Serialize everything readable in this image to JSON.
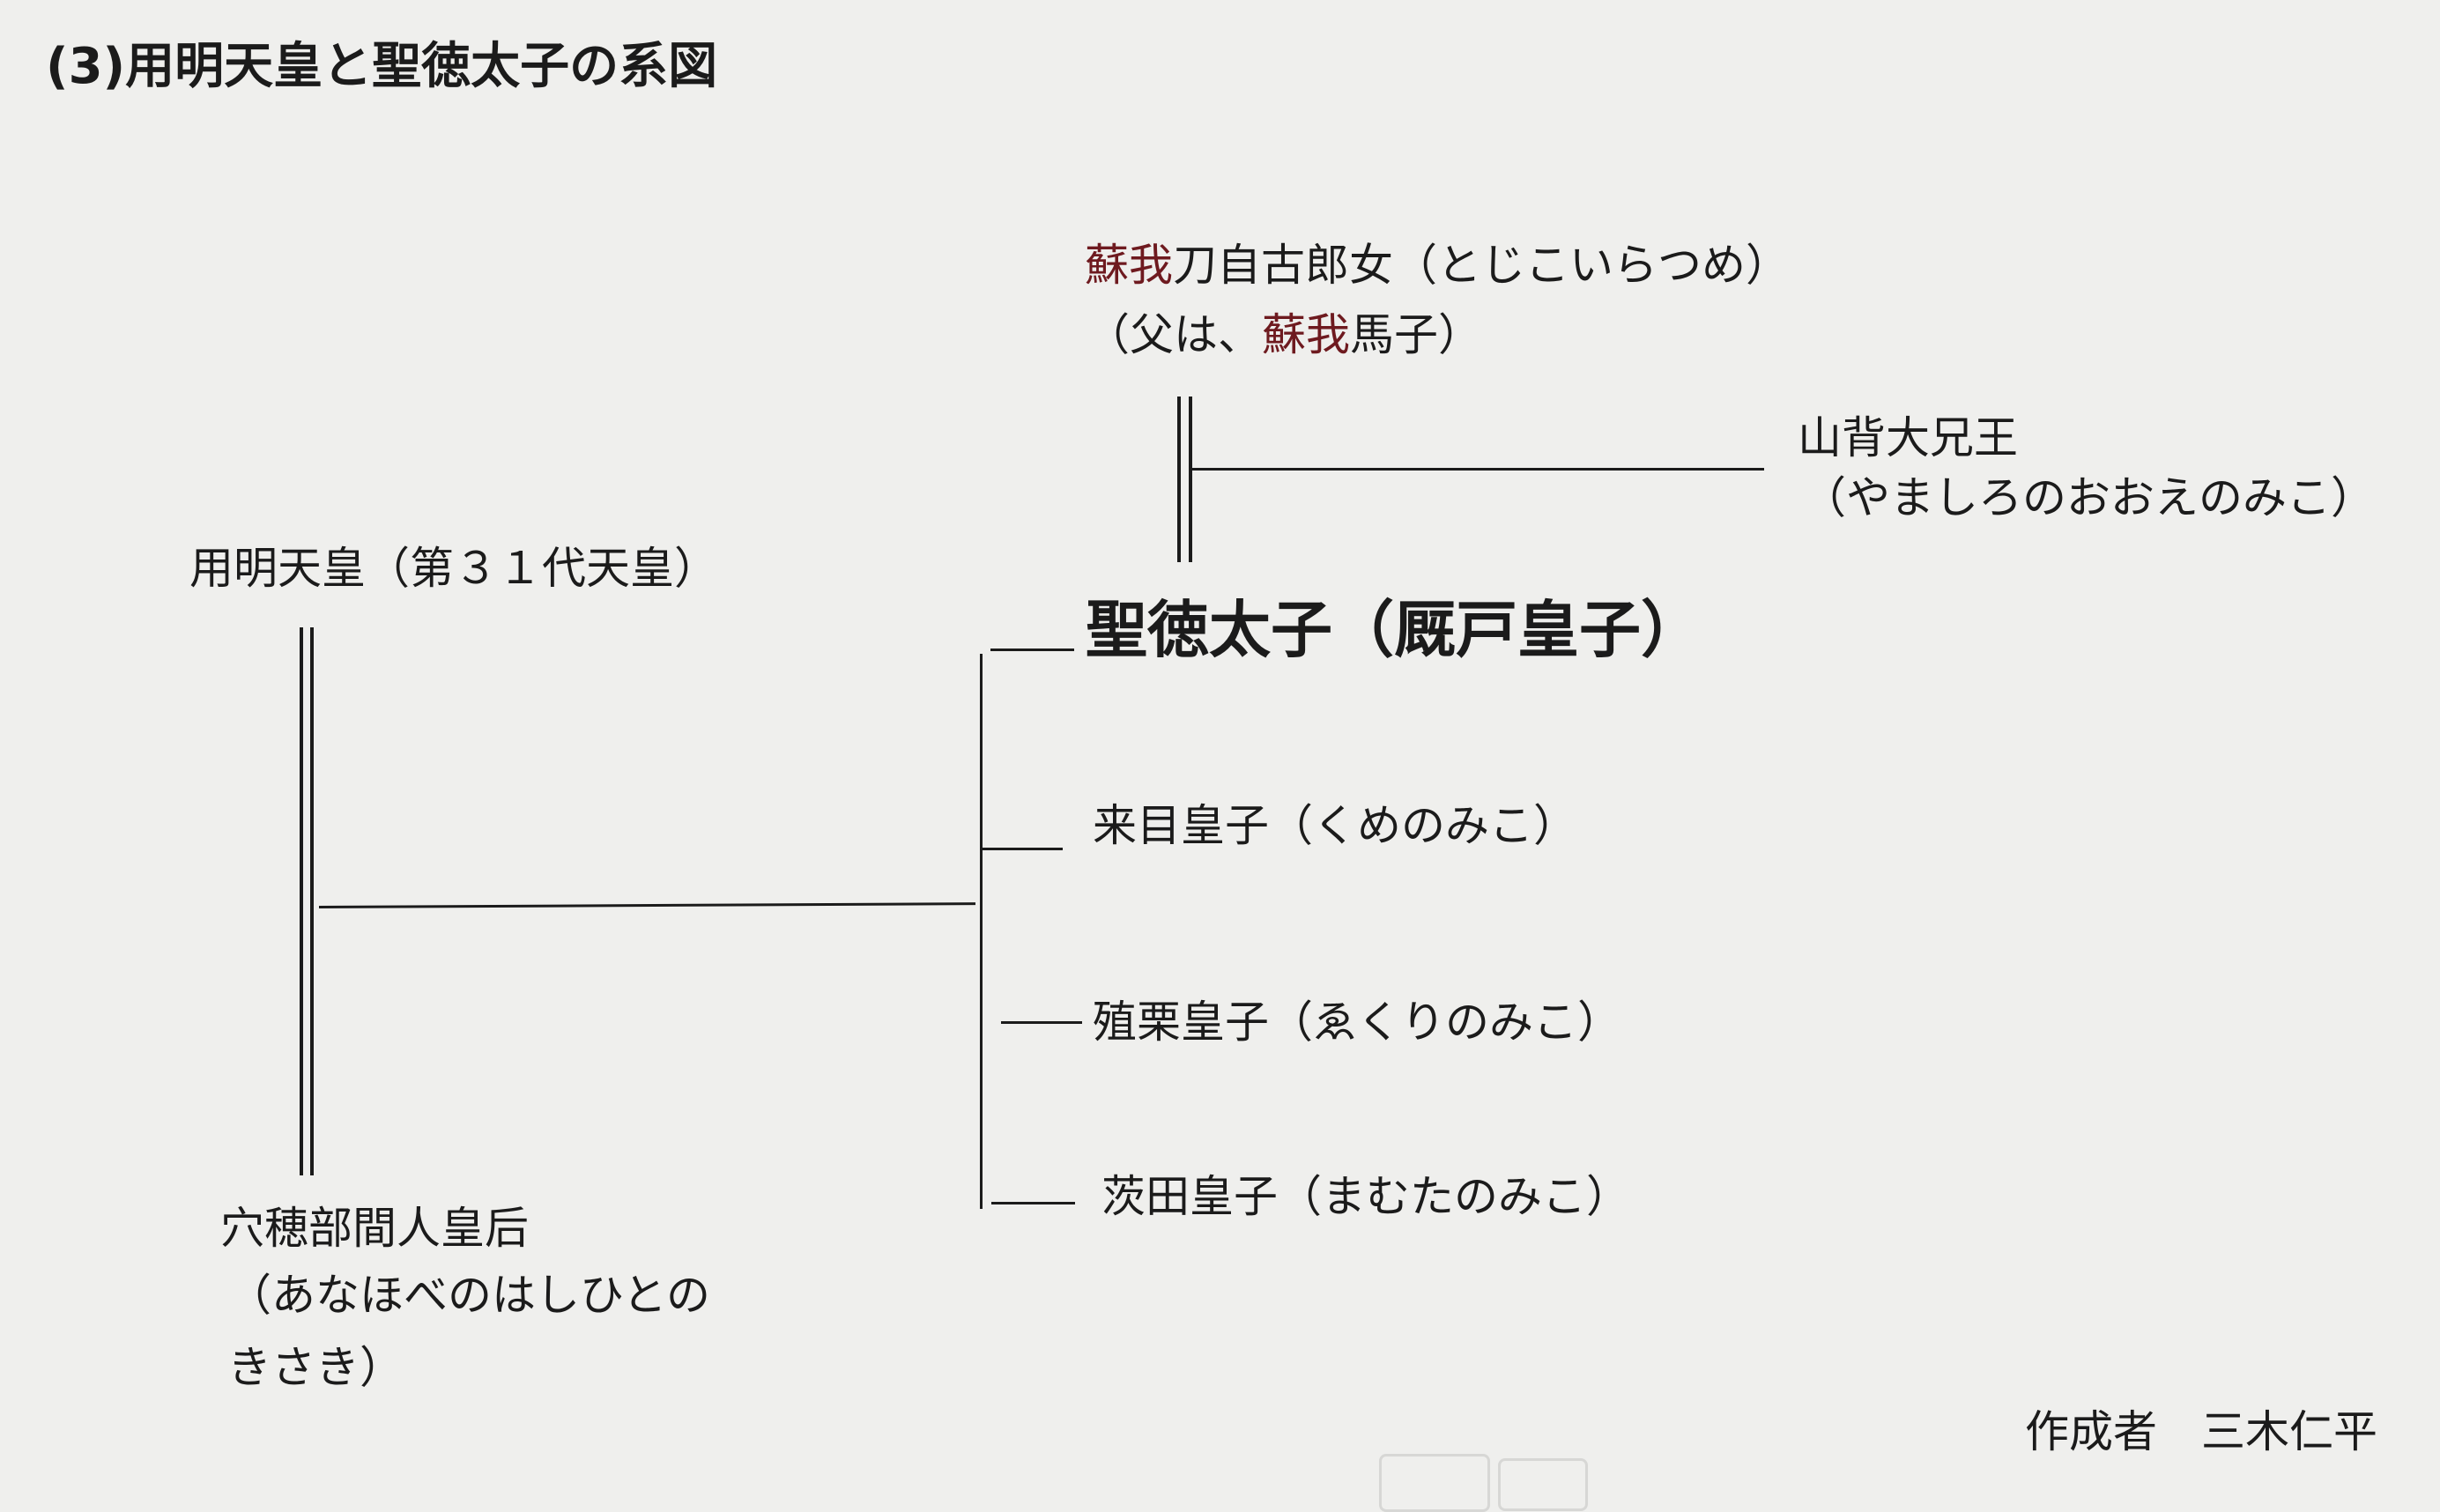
{
  "title": "(3)用明天皇と聖徳太子の系図",
  "father": {
    "name": "用明天皇（第３１代天皇）"
  },
  "mother": {
    "name": "穴穂部間人皇后",
    "reading_line1": "（あなほべのはしひとの",
    "reading_line2": "きさき）"
  },
  "wife": {
    "name_prefix": "蘇我",
    "name_rest": "刀自古郎女（とじこいらつめ）",
    "father_open": "（父は、",
    "father_clan": "蘇我",
    "father_rest": "馬子）"
  },
  "grandchild": {
    "name": "山背大兄王",
    "reading": "（やましろのおおえのみこ）"
  },
  "children": [
    {
      "name": "聖徳太子（厩戸皇子）"
    },
    {
      "name": "来目皇子（くめのみこ）"
    },
    {
      "name": "殖栗皇子（ゑくりのみこ）"
    },
    {
      "name": "茨田皇子（まむたのみこ）"
    }
  ],
  "author": "作成者　三木仁平",
  "colors": {
    "ink": "#1b1b1b",
    "clan": "#6e1a1f",
    "paper": "#efefed"
  }
}
